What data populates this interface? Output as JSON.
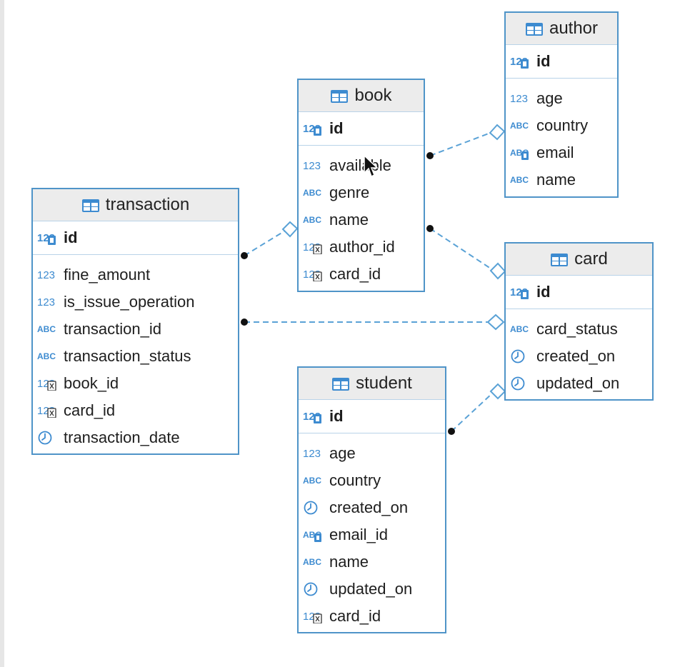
{
  "tables": {
    "author": {
      "name": "author",
      "pk": {
        "name": "id",
        "icon": "numeric-key-icon"
      },
      "columns": [
        {
          "name": "age",
          "icon": "numeric-type-icon"
        },
        {
          "name": "country",
          "icon": "text-type-icon"
        },
        {
          "name": "email",
          "icon": "text-unique-key-icon"
        },
        {
          "name": "name",
          "icon": "text-type-icon"
        }
      ]
    },
    "book": {
      "name": "book",
      "pk": {
        "name": "id",
        "icon": "numeric-key-icon"
      },
      "columns": [
        {
          "name": "available",
          "icon": "numeric-type-icon"
        },
        {
          "name": "genre",
          "icon": "text-type-icon"
        },
        {
          "name": "name",
          "icon": "text-type-icon"
        },
        {
          "name": "author_id",
          "icon": "numeric-foreign-key-icon"
        },
        {
          "name": "card_id",
          "icon": "numeric-foreign-key-icon"
        }
      ]
    },
    "transaction": {
      "name": "transaction",
      "pk": {
        "name": "id",
        "icon": "numeric-key-icon"
      },
      "columns": [
        {
          "name": "fine_amount",
          "icon": "numeric-type-icon"
        },
        {
          "name": "is_issue_operation",
          "icon": "numeric-type-icon"
        },
        {
          "name": "transaction_id",
          "icon": "text-type-icon"
        },
        {
          "name": "transaction_status",
          "icon": "text-type-icon"
        },
        {
          "name": "book_id",
          "icon": "numeric-foreign-key-icon"
        },
        {
          "name": "card_id",
          "icon": "numeric-foreign-key-icon"
        },
        {
          "name": "transaction_date",
          "icon": "clock-icon"
        }
      ]
    },
    "card": {
      "name": "card",
      "pk": {
        "name": "id",
        "icon": "numeric-key-icon"
      },
      "columns": [
        {
          "name": "card_status",
          "icon": "text-type-icon"
        },
        {
          "name": "created_on",
          "icon": "clock-icon"
        },
        {
          "name": "updated_on",
          "icon": "clock-icon"
        }
      ]
    },
    "student": {
      "name": "student",
      "pk": {
        "name": "id",
        "icon": "numeric-key-icon"
      },
      "columns": [
        {
          "name": "age",
          "icon": "numeric-type-icon"
        },
        {
          "name": "country",
          "icon": "text-type-icon"
        },
        {
          "name": "created_on",
          "icon": "clock-icon"
        },
        {
          "name": "email_id",
          "icon": "text-unique-key-icon"
        },
        {
          "name": "name",
          "icon": "text-type-icon"
        },
        {
          "name": "updated_on",
          "icon": "clock-icon"
        },
        {
          "name": "card_id",
          "icon": "numeric-foreign-key-icon"
        }
      ]
    }
  },
  "relations": [
    {
      "from": "book",
      "to": "author"
    },
    {
      "from": "book",
      "to": "card"
    },
    {
      "from": "transaction",
      "to": "book"
    },
    {
      "from": "transaction",
      "to": "card"
    },
    {
      "from": "student",
      "to": "card"
    }
  ],
  "colors": {
    "border": "#4f94c8",
    "header_bg": "#ececec",
    "icon_blue": "#3d8bd0",
    "connector": "#5aa2d6"
  }
}
